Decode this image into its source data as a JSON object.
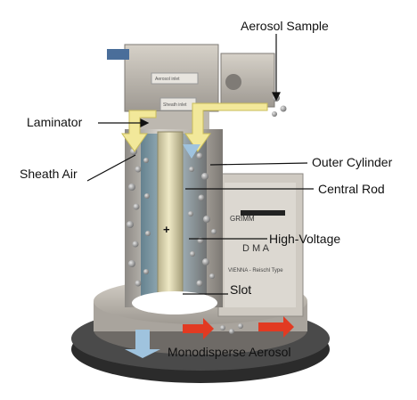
{
  "labels": {
    "aerosol_sample": "Aerosol Sample",
    "laminator": "Laminator",
    "sheath_air": "Sheath Air",
    "outer_cylinder": "Outer Cylinder",
    "central_rod": "Central Rod",
    "high_voltage": "High-Voltage",
    "slot": "Slot",
    "monodisperse_aerosol": "Monodisperse Aerosol",
    "polarity": "+"
  },
  "device_text": {
    "brand": "GRIMM",
    "model_letters": "D M A",
    "type_line": "VIENNA - Reischl Type",
    "port_top": "Aerosol inlet",
    "port_bottom": "Sheath inlet"
  },
  "colors": {
    "airflow_arrow": "#f2e89a",
    "sheath_arrow_blue": "#9fc3de",
    "outlet_arrow": "#e23a22",
    "rod": "#d9d4b2",
    "metal": "#c9c4bc",
    "base": "#3c3c3c"
  }
}
